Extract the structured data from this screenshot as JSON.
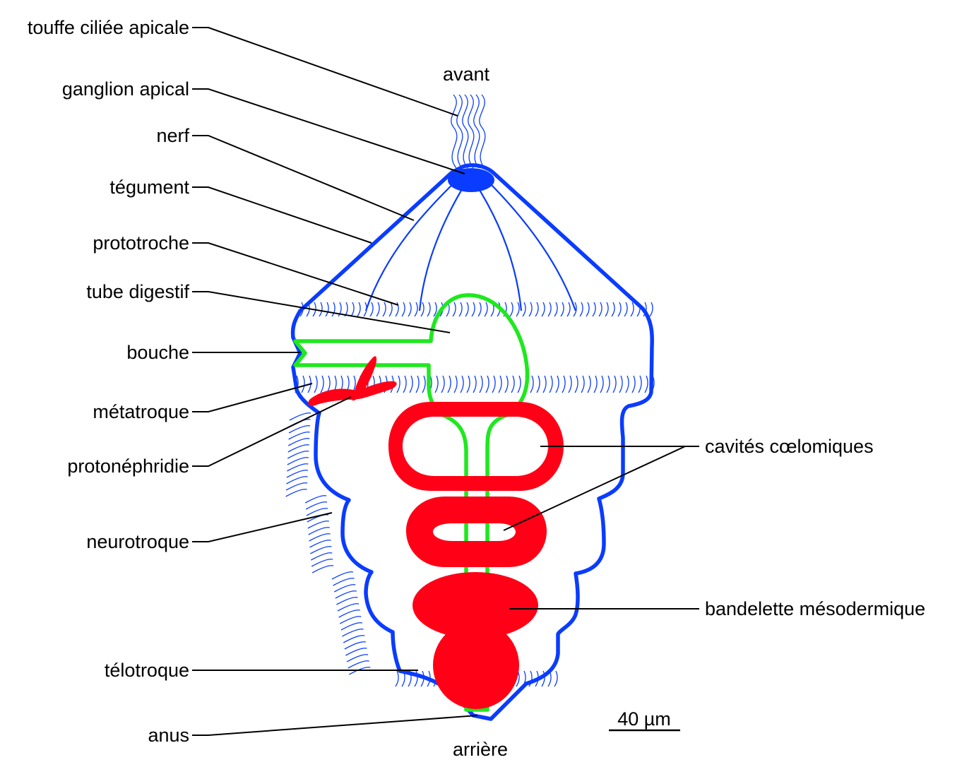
{
  "orientation": {
    "top": "avant",
    "bottom": "arrière"
  },
  "labels_left": [
    "touffe ciliée apicale",
    "ganglion apical",
    "nerf",
    "tégument",
    "prototroche",
    "tube digestif",
    "bouche",
    "métatroque",
    "protonéphridie",
    "neurotroque",
    "télotroque",
    "anus"
  ],
  "labels_right": [
    "cavités cœlomiques",
    "bandelette mésodermique"
  ],
  "scale_bar": {
    "label": "40 µm"
  },
  "colors": {
    "tegument": "#0a3cff",
    "digestive_tube": "#1ee81e",
    "mesoderm": "#ff0016"
  }
}
